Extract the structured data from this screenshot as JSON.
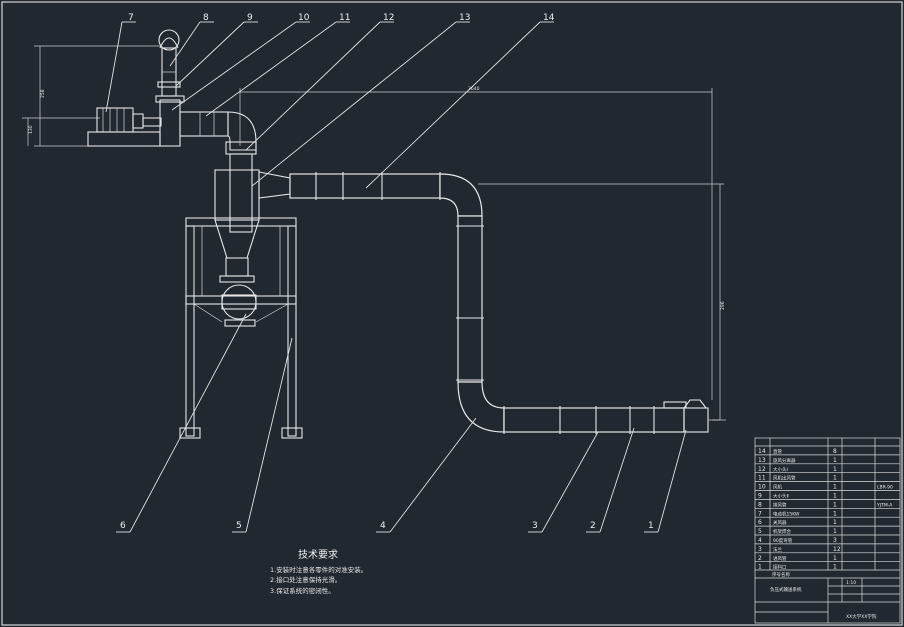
{
  "callouts": [
    "1",
    "2",
    "3",
    "4",
    "5",
    "6",
    "7",
    "8",
    "9",
    "10",
    "11",
    "12",
    "13",
    "14"
  ],
  "dimensions": {
    "horizontal_top": "3640",
    "vertical_right": "296",
    "left_outer": "258",
    "left_inner": "130"
  },
  "notes": {
    "title": "技术要求",
    "lines": [
      "1.安装时注意各零件的对准安装。",
      "2.接口处注意保持光滑。",
      "3.保证系统的密闭性。"
    ]
  },
  "bom": [
    {
      "no": "14",
      "name": "直管",
      "qty": "8"
    },
    {
      "no": "13",
      "name": "旋风分离器",
      "qty": "1"
    },
    {
      "no": "12",
      "name": "大小头Ⅰ",
      "qty": "1"
    },
    {
      "no": "11",
      "name": "风机出风管",
      "qty": "1"
    },
    {
      "no": "10",
      "name": "风机",
      "qty": "1"
    },
    {
      "no": "9",
      "name": "大小头Ⅱ",
      "qty": "1"
    },
    {
      "no": "8",
      "name": "排风管",
      "qty": "1"
    },
    {
      "no": "7",
      "name": "电动机15KW",
      "qty": "1"
    },
    {
      "no": "6",
      "name": "关风器",
      "qty": "1"
    },
    {
      "no": "5",
      "name": "机架焊合",
      "qty": "1"
    },
    {
      "no": "4",
      "name": "90度弯管",
      "qty": "3"
    },
    {
      "no": "3",
      "name": "法兰",
      "qty": "12"
    },
    {
      "no": "2",
      "name": "进风管",
      "qty": "1"
    },
    {
      "no": "1",
      "name": "接料口",
      "qty": "1"
    }
  ],
  "bom_notes": {
    "row10": "LBR-90",
    "row8": "YJTM-A"
  },
  "title_block": {
    "assembly_label": "序号名称",
    "scale": "1:10",
    "drawing_title": "负压式输送系统",
    "school": "XX大学XX学院"
  }
}
